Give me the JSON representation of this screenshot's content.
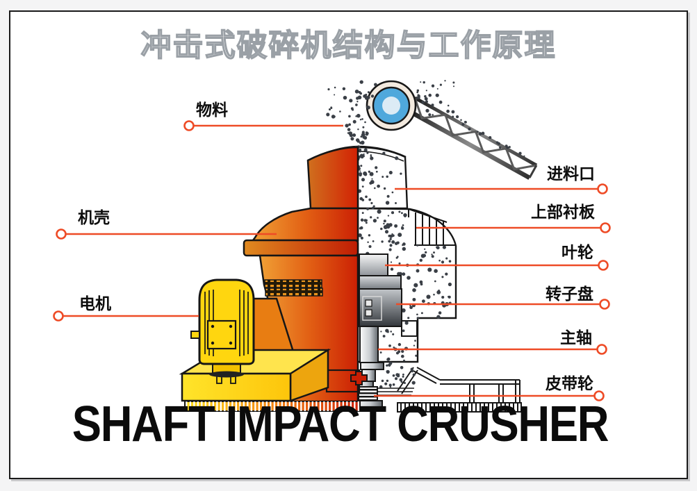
{
  "header": {
    "title": "冲击式破碎机结构与工作原理"
  },
  "footer": {
    "title": "SHAFT IMPACT CRUSHER"
  },
  "callouts": {
    "left": [
      {
        "id": "material",
        "label": "物料"
      },
      {
        "id": "casing",
        "label": "机壳"
      },
      {
        "id": "motor",
        "label": "电机"
      }
    ],
    "right": [
      {
        "id": "feed-inlet",
        "label": "进料口"
      },
      {
        "id": "upper-liner",
        "label": "上部衬板"
      },
      {
        "id": "impeller",
        "label": "叶轮"
      },
      {
        "id": "rotor-disc",
        "label": "转子盘"
      },
      {
        "id": "main-shaft",
        "label": "主轴"
      },
      {
        "id": "belt-pulley",
        "label": "皮带轮"
      }
    ]
  },
  "colors": {
    "accent_red": "#ee4b26",
    "machine_orange": "#f0a035",
    "machine_red": "#cb2004",
    "motor_yellow": "#ffd60f",
    "pulley_blue": "#4fa8dc",
    "title_outline_gray": "#9aa0a6"
  }
}
